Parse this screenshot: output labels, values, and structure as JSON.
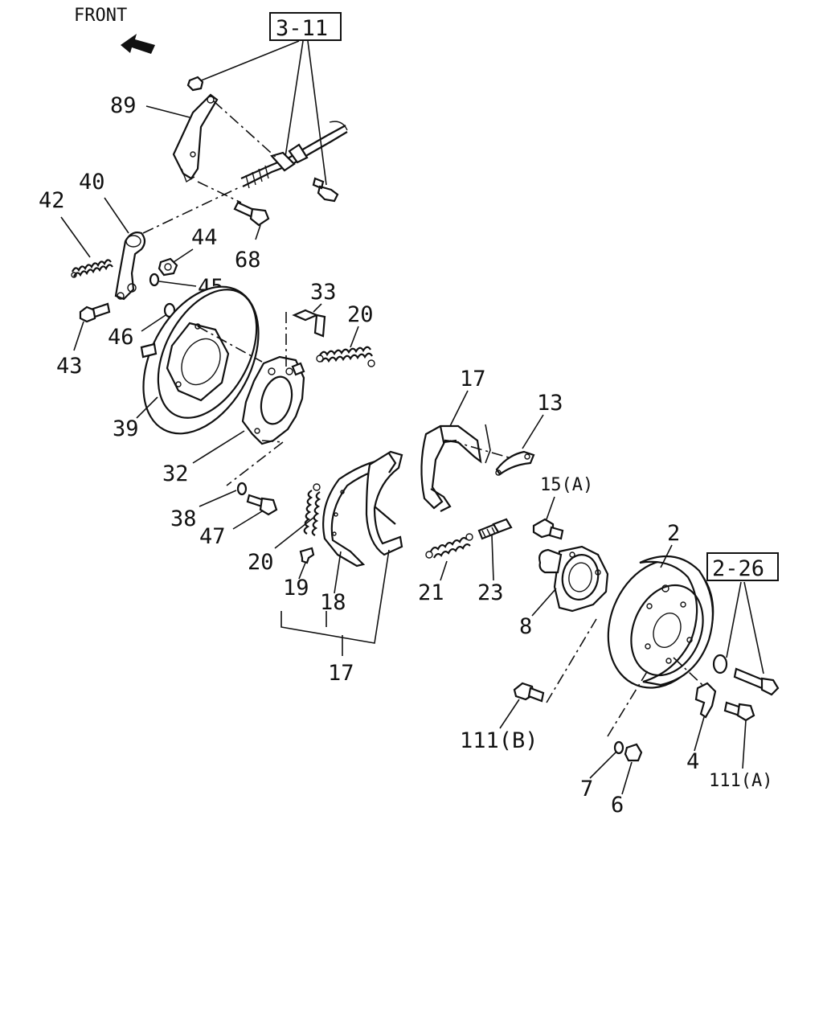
{
  "header": {
    "front_label": "FRONT"
  },
  "refs": {
    "ref_3_11": "3-11",
    "ref_2_26": "2-26"
  },
  "callouts": {
    "p89": "89",
    "p40": "40",
    "p42": "42",
    "p44": "44",
    "p68": "68",
    "p45": "45",
    "p43": "43",
    "p46": "46",
    "p33": "33",
    "p20a": "20",
    "p39": "39",
    "p32": "32",
    "p38": "38",
    "p47": "47",
    "p20b": "20",
    "p19": "19",
    "p18": "18",
    "p17a": "17",
    "p17b": "17",
    "p13": "13",
    "p15a": "15(A)",
    "p21": "21",
    "p23": "23",
    "p8": "8",
    "p2": "2",
    "p111b": "111(B)",
    "p7": "7",
    "p6": "6",
    "p4": "4",
    "p111a": "111(A)"
  }
}
